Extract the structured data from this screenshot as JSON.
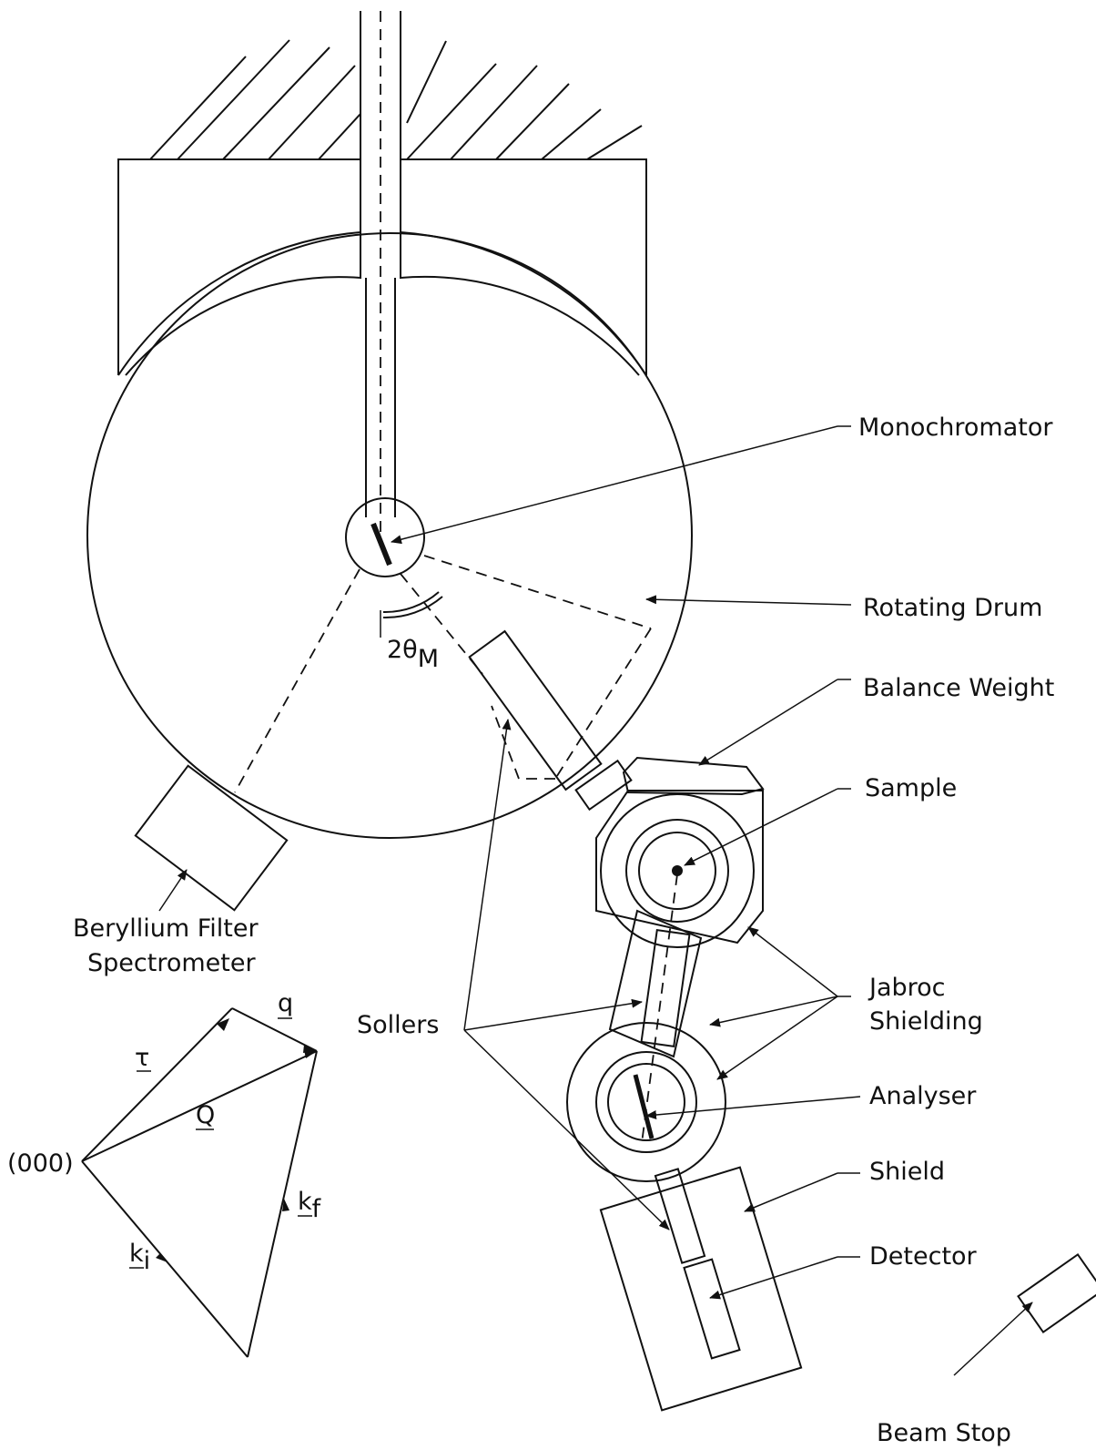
{
  "labels": {
    "monochromator": "Monochromator",
    "rotating_drum": "Rotating Drum",
    "balance_weight": "Balance Weight",
    "sample": "Sample",
    "jabroc_line1": "Jabroc",
    "jabroc_line2": "Shielding",
    "analyser": "Analyser",
    "shield": "Shield",
    "detector": "Detector",
    "beam_stop": "Beam Stop",
    "sollers": "Sollers",
    "beryllium_line1": "Beryllium Filter",
    "beryllium_line2": "Spectrometer",
    "two_theta": "2θ",
    "two_theta_sub": "M"
  },
  "vector_diagram": {
    "origin": "(000)",
    "tau": "τ",
    "q": "q",
    "Q": "Q",
    "k_f": "k",
    "k_f_sub": "f",
    "k_i": "k",
    "k_i_sub": "i"
  },
  "colors": {
    "ink": "#111111",
    "background": "#ffffff"
  }
}
